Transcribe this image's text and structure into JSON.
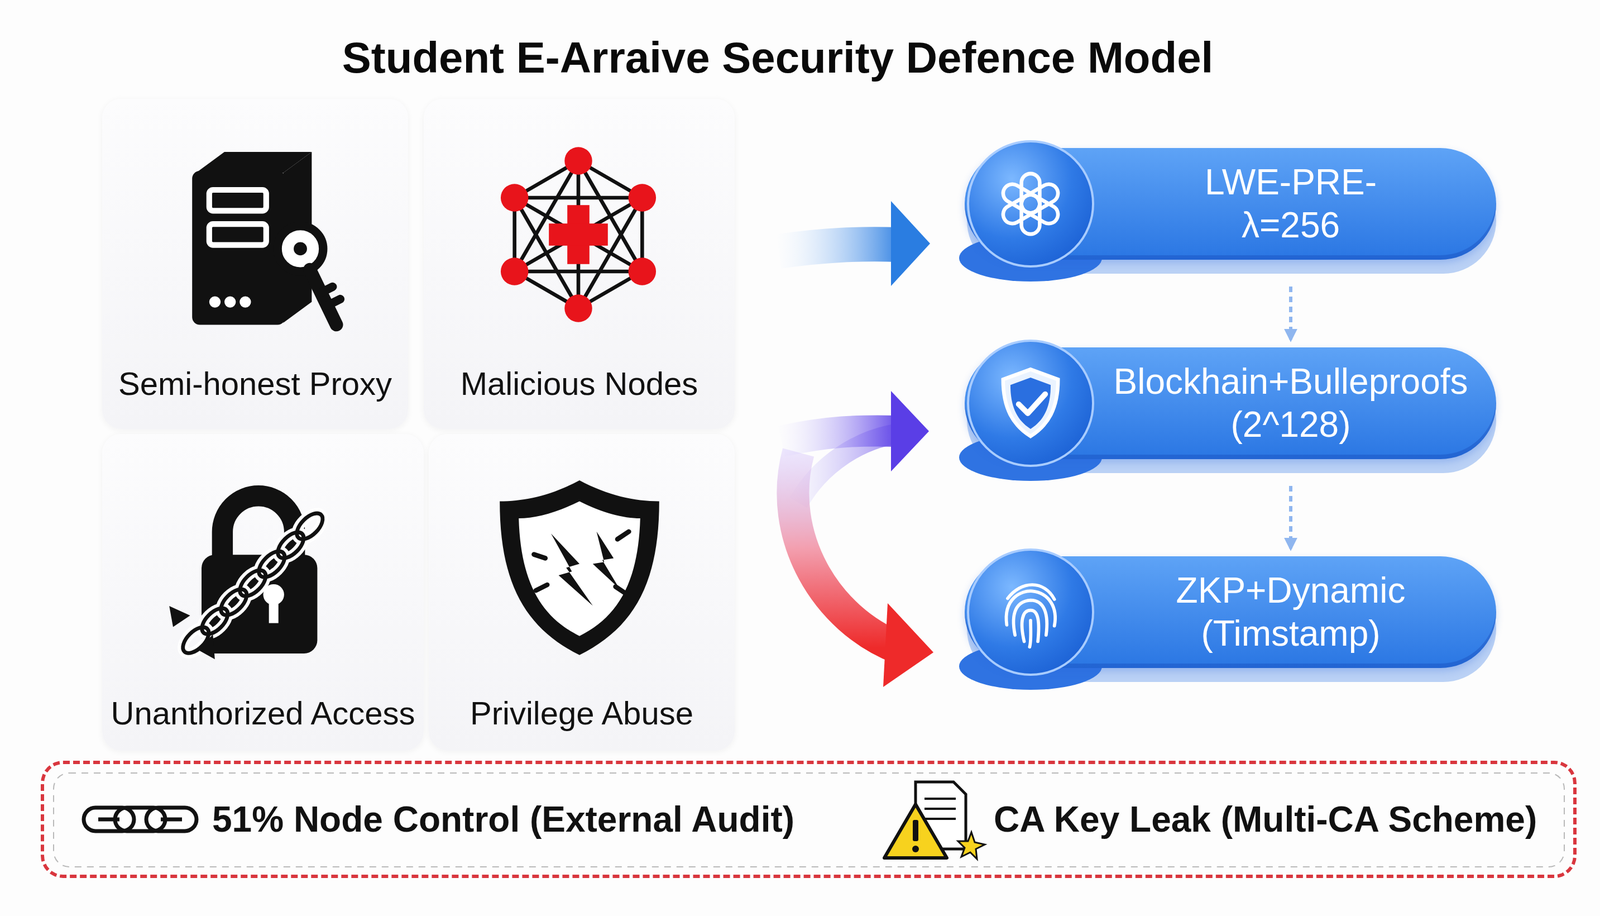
{
  "diagram": {
    "title": "Student E-Arraive Security Defence Model",
    "nodes": [
      {
        "text": [
          "Semi-honest Proxy"
        ]
      },
      {
        "text": [
          "Malicious Nodes"
        ]
      },
      {
        "text": [
          "Unanthorized Access"
        ]
      },
      {
        "text": [
          "Privilege Abuse"
        ]
      },
      {
        "text": [
          "LWE-PRE- λ=256"
        ]
      },
      {
        "text": [
          "Blockhain+Bulleproofs (2^128)"
        ]
      },
      {
        "text": [
          "ZKP+Dynamic (Timstamp)"
        ]
      },
      {
        "text": [
          "51% Node Control (External Audit)",
          "CA Key Leak (Multi-CA Scheme)"
        ]
      }
    ],
    "edges": [
      {
        "from": 4,
        "to": 5,
        "arrow": "to"
      },
      {
        "from": 5,
        "to": 6,
        "arrow": "to"
      }
    ]
  }
}
